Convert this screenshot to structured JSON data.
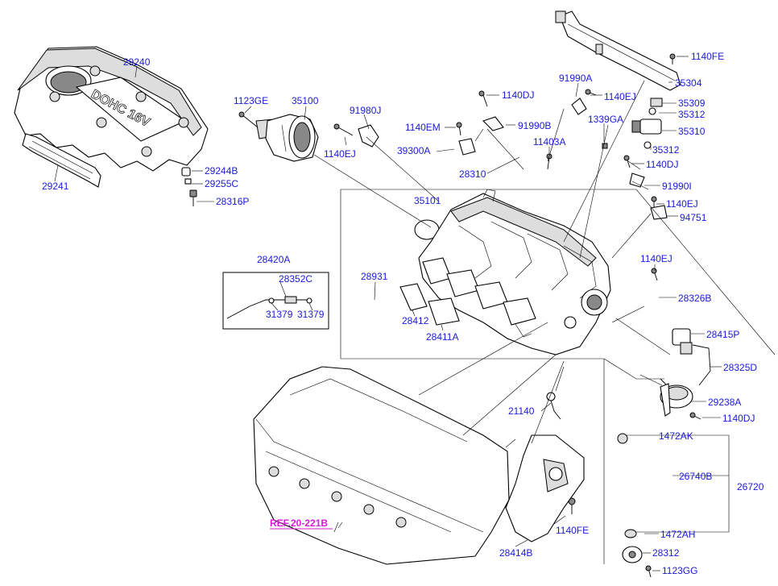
{
  "diagram": {
    "cover_text": "DOHC 16V",
    "ref_label": "REF.20-221B",
    "parts": {
      "p29240": "29240",
      "p29241": "29241",
      "p29244B": "29244B",
      "p29255C": "29255C",
      "p28316P": "28316P",
      "p1123GE": "1123GE",
      "p35100": "35100",
      "p91980J": "91980J",
      "p1140EJ_a": "1140EJ",
      "p1140DJ_a": "1140DJ",
      "p1140EM": "1140EM",
      "p39300A": "39300A",
      "p91990B": "91990B",
      "p91990A": "91990A",
      "p1140EJ_b": "1140EJ",
      "p1339GA": "1339GA",
      "p11403A": "11403A",
      "p28310": "28310",
      "p35101": "35101",
      "p1140FE_a": "1140FE",
      "p35304": "35304",
      "p35309": "35309",
      "p35312_a": "35312",
      "p35310": "35310",
      "p35312_b": "35312",
      "p1140DJ_b": "1140DJ",
      "p91990I": "91990I",
      "p1140EJ_c": "1140EJ",
      "p94751": "94751",
      "p28420A": "28420A",
      "p28352C": "28352C",
      "p31379_a": "31379",
      "p31379_b": "31379",
      "p28931": "28931",
      "p28412": "28412",
      "p28411A": "28411A",
      "p1140EJ_d": "1140EJ",
      "p28326B": "28326B",
      "p28415P": "28415P",
      "p28325D": "28325D",
      "p29238A": "29238A",
      "p1140DJ_c": "1140DJ",
      "p21140": "21140",
      "p1472AK": "1472AK",
      "p26740B": "26740B",
      "p26720": "26720",
      "p1472AH": "1472AH",
      "p28312": "28312",
      "p1123GG": "1123GG",
      "p1140FE_b": "1140FE",
      "p28414B": "28414B"
    }
  }
}
